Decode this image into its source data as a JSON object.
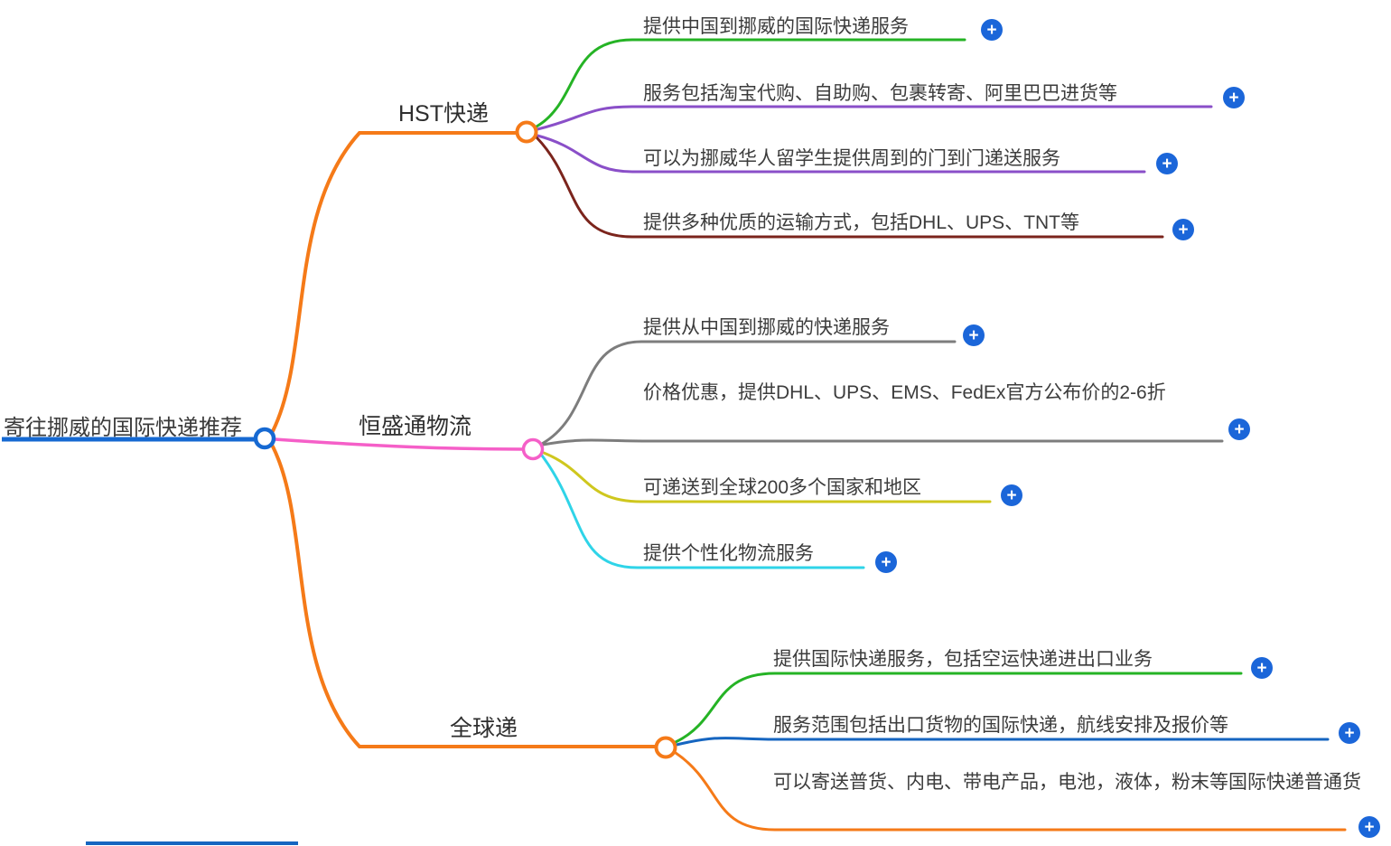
{
  "root": {
    "label": "寄往挪威的国际快递推荐",
    "color": "#1669d2"
  },
  "icons": {
    "plus": "+"
  },
  "colors": {
    "root_blue": "#1669d2",
    "plus_button_blue": "#1b66d9",
    "orange": "#f57a18",
    "green": "#25b325",
    "purple": "#8a4fc8",
    "dark_red": "#7b241c",
    "pink": "#f55fc8",
    "gray": "#7d7d7d",
    "yellow": "#cfc71e",
    "cyan": "#2fd4e8",
    "blue": "#1565c0",
    "text": "#3c3c3c"
  },
  "branches": [
    {
      "label": "HST快递",
      "color": "#f57a18",
      "children": [
        {
          "text": "提供中国到挪威的国际快递服务",
          "color": "#25b325"
        },
        {
          "text": "服务包括淘宝代购、自助购、包裹转寄、阿里巴巴进货等",
          "color": "#8a4fc8"
        },
        {
          "text": "可以为挪威华人留学生提供周到的门到门递送服务",
          "color": "#8a4fc8"
        },
        {
          "text": "提供多种优质的运输方式，包括DHL、UPS、TNT等",
          "color": "#7b241c"
        }
      ]
    },
    {
      "label": "恒盛通物流",
      "color": "#f55fc8",
      "children": [
        {
          "text": "提供从中国到挪威的快递服务",
          "color": "#7d7d7d"
        },
        {
          "text": "价格优惠，提供DHL、UPS、EMS、FedEx官方公布价的2-6折",
          "color": "#7d7d7d"
        },
        {
          "text": "可递送到全球200多个国家和地区",
          "color": "#cfc71e"
        },
        {
          "text": "提供个性化物流服务",
          "color": "#2fd4e8"
        }
      ]
    },
    {
      "label": "全球递",
      "color": "#f57a18",
      "children": [
        {
          "text": "提供国际快递服务，包括空运快递进出口业务",
          "color": "#25b325"
        },
        {
          "text": "服务范围包括出口货物的国际快递，航线安排及报价等",
          "color": "#1565c0"
        },
        {
          "text": "可以寄送普货、内电、带电产品，电池，液体，粉末等国际快递普通货",
          "color": "#f57a18"
        }
      ]
    }
  ]
}
